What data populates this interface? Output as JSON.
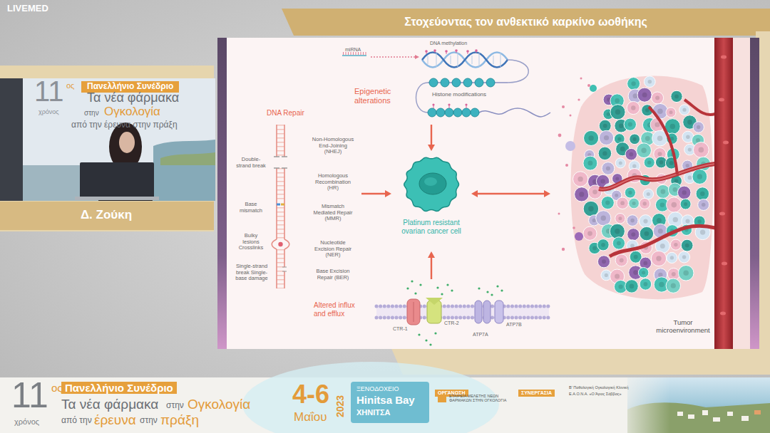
{
  "diagram": {
    "title": "Στοχεύοντας τον ανθεκτικό καρκίνο ωοθήκης",
    "nodes": [
      {
        "text": [
          "Epigenetic alterations"
        ]
      },
      {
        "text": [
          "DNA Repair"
        ]
      },
      {
        "text": [
          "Platinum resistant ovarian cancer cell"
        ]
      },
      {
        "text": [
          "Altered influx and efflux"
        ]
      },
      {
        "text": [
          "Tumor microenvironment"
        ]
      },
      {
        "text": [
          "Δ. Ζούκη"
        ]
      }
    ],
    "edges": [
      {
        "from": 0,
        "to": 2,
        "arrow": "to"
      },
      {
        "from": 1,
        "to": 2,
        "arrow": "to"
      },
      {
        "from": 3,
        "to": 2,
        "arrow": "to"
      },
      {
        "from": 2,
        "to": 4,
        "arrow": "both"
      }
    ],
    "labels": [
      "LIVEMED",
      "11",
      "ος",
      "χρόνος",
      "Πανελλήνιο Συνέδριο",
      "Τα νέα φάρμακα",
      "στην",
      "Ογκολογία",
      "από την έρευνα στην πράξη",
      "miRNA",
      "DNA methylation",
      "Histone modifications",
      "Double-strand break",
      "Non-Homologous End-Joining (NHEJ)",
      "Homologous Recombination (HR)",
      "Base mismatch",
      "Mismatch Mediated Repair (MMR)",
      "Bulky lesions Crosslinks",
      "Nucleotide Excision Repair (NER)",
      "Single-strand break Single-base damage",
      "Base Excision Repair (BER)",
      "CTR-1",
      "CTR-2",
      "ATP7A",
      "ATP7B",
      "11",
      "ος",
      "χρόνος",
      "Πανελλήνιο Συνέδριο",
      "Τα νέα φάρμακα",
      "στην",
      "Ογκολογία",
      "από την",
      "έρευνα",
      "στην",
      "πράξη",
      "4-6",
      "Μαΐου",
      "2023",
      "ΞΕΝΟΔΟΧΕΙΟ",
      "Hinitsa Bay",
      "ΧΗΝΙΤΣΑ",
      "ΟΡΓΑΝΩΣΗ",
      "ΕΤΑΙΡΕΙΑ ΜΕΛΕΤΗΣ ΝΕΩΝ ΦΑΡΜΑΚΩΝ ΣΤΗΝ ΟΓΚΟΛΟΓΙΑ",
      "ΣΥΝΕΡΓΑΣΙΑ",
      "Β' Παθολογική Ογκολογική Κλινική",
      "Ε.Α.Ο.Ν.Α. «Ο Άγιος Σάββας»"
    ]
  }
}
